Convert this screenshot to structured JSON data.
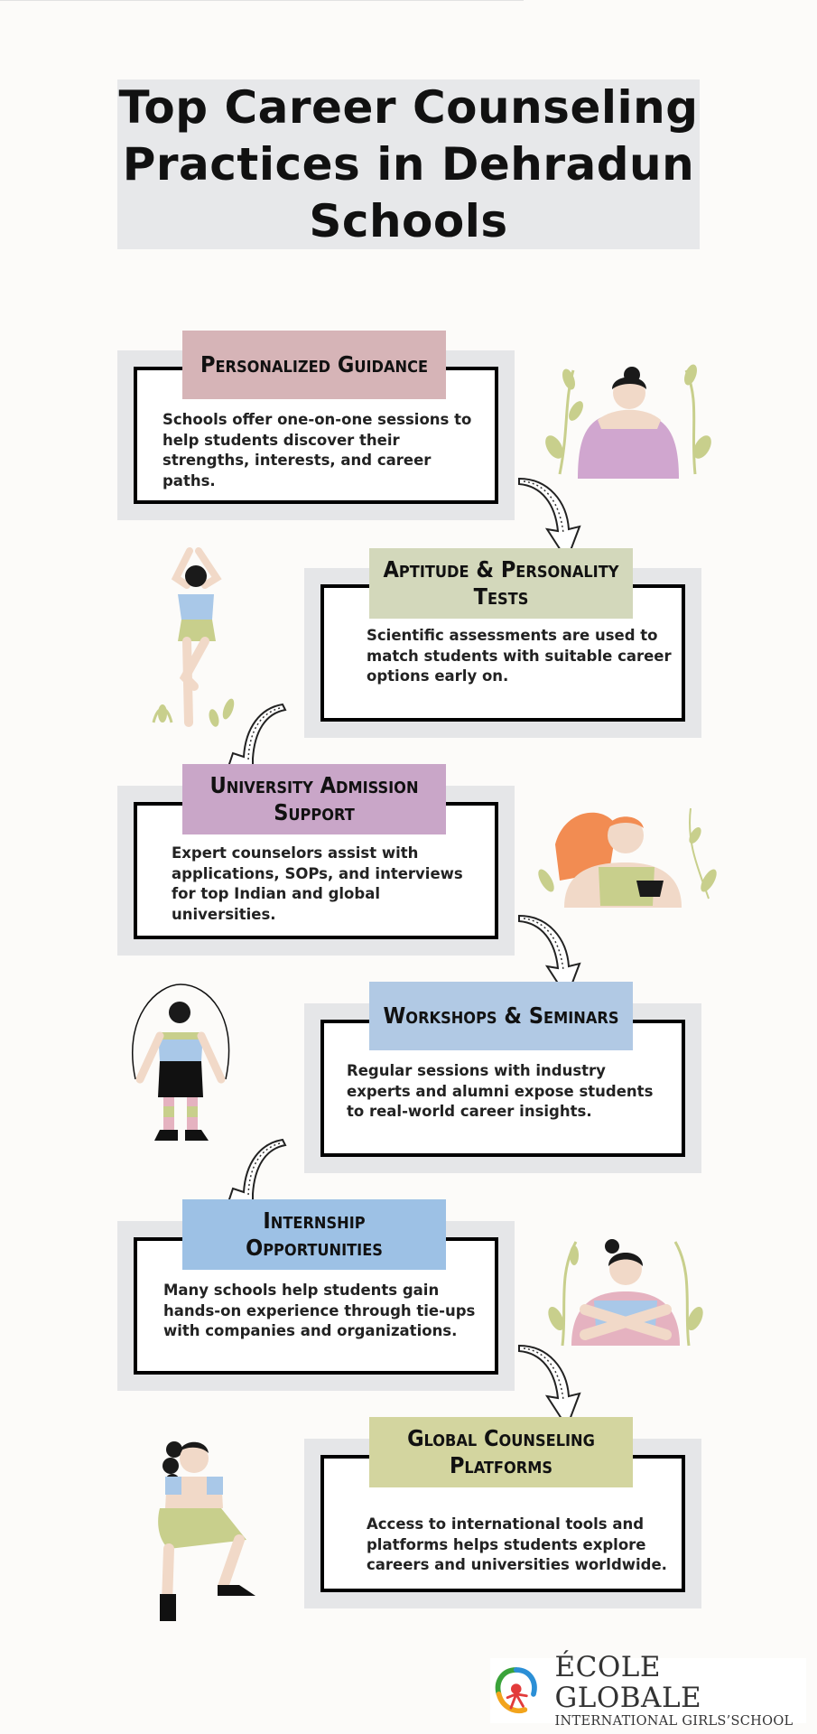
{
  "title": "Top Career Counseling Practices in Dehradun Schools",
  "colors": {
    "card_bg": "#e5e6e8",
    "label_personalized": "#d6b4b7",
    "label_aptitude": "#d3d8bb",
    "label_university": "#c9a6c8",
    "label_workshops": "#b1c9e4",
    "label_internship": "#9dc1e5",
    "label_global": "#d3d59f"
  },
  "sections": [
    {
      "heading_line1": "Personalized Guidance",
      "heading_line2": "",
      "text": "Schools offer one-on-one sessions to help students discover their strengths, interests, and career paths."
    },
    {
      "heading_line1": "Aptitude & Personality",
      "heading_line2": "Tests",
      "text": "Scientific assessments are used to match students with suitable career options early on."
    },
    {
      "heading_line1": "University Admission",
      "heading_line2": "Support",
      "text": "Expert counselors assist with applications, SOPs, and interviews for top Indian and global universities."
    },
    {
      "heading_line1": "Workshops & Seminars",
      "heading_line2": "",
      "text": "Regular sessions with industry experts and alumni expose students to real-world career insights."
    },
    {
      "heading_line1": "Internship",
      "heading_line2": "Opportunities",
      "text": "Many schools help students gain hands-on experience through tie-ups with companies and organizations."
    },
    {
      "heading_line1": "Global Counseling",
      "heading_line2": "Platforms",
      "text": "Access to international tools and platforms helps students explore careers and universities worldwide."
    }
  ],
  "logo": {
    "name": "ÉCOLE GLOBALE",
    "subtitle": "INTERNATIONAL GIRLS’SCHOOL"
  },
  "icons": [
    "meditating-woman-illustration",
    "yoga-pose-illustration",
    "woman-with-tea-illustration",
    "jump-rope-illustration",
    "self-hug-illustration",
    "squat-exercise-illustration",
    "curved-arrow-icon"
  ]
}
